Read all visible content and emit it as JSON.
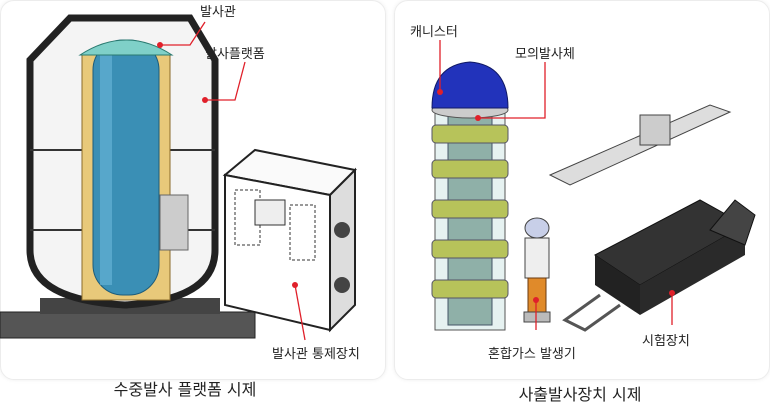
{
  "left_panel": {
    "caption": "수중발사 플랫폼 시제",
    "labels": {
      "launch_tube": "발사관",
      "launch_platform": "발사플랫폼",
      "tube_controller": "발사관 통제장치"
    }
  },
  "right_panel": {
    "caption": "사출발사장치 시제",
    "labels": {
      "canister": "캐니스터",
      "mock_vehicle": "모의발사체",
      "gas_generator": "혼합가스 발생기",
      "test_device": "시험장치"
    }
  },
  "colors": {
    "leader": "#e0202a",
    "tube": "#3a8fb5",
    "dome": "#2233bb",
    "ring": "#9aa84a"
  }
}
